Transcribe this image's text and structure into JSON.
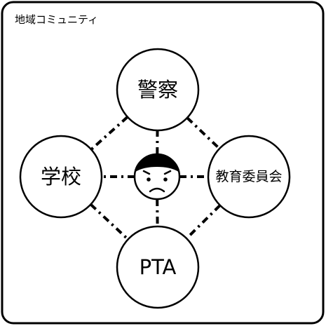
{
  "region": {
    "label": "地域コミュニティ"
  },
  "nodes": {
    "police": {
      "label": "警察"
    },
    "school": {
      "label": "学校"
    },
    "board_of_education": {
      "label": "教育委員会"
    },
    "pta": {
      "label": "PTA"
    }
  },
  "center": {
    "icon": "worried-child-face-icon"
  },
  "links": [
    {
      "from": "center",
      "to": "police"
    },
    {
      "from": "center",
      "to": "school"
    },
    {
      "from": "center",
      "to": "board_of_education"
    },
    {
      "from": "center",
      "to": "pta"
    },
    {
      "from": "police",
      "to": "school"
    },
    {
      "from": "police",
      "to": "board_of_education"
    },
    {
      "from": "school",
      "to": "pta"
    },
    {
      "from": "board_of_education",
      "to": "pta"
    }
  ],
  "colors": {
    "line": "#000000",
    "background": "#ffffff"
  }
}
